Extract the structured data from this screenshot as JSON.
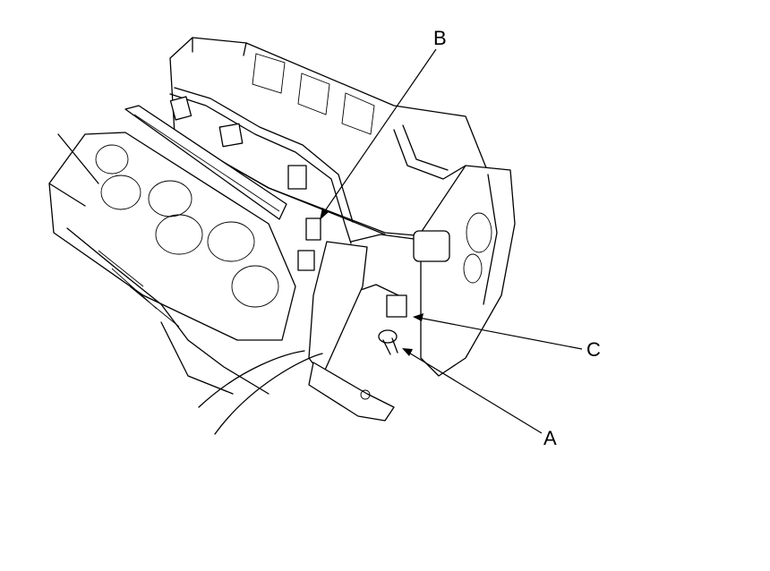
{
  "callouts": {
    "a": "A",
    "b": "B",
    "c": "C"
  },
  "colors": {
    "line": "#000000",
    "background": "#ffffff"
  }
}
